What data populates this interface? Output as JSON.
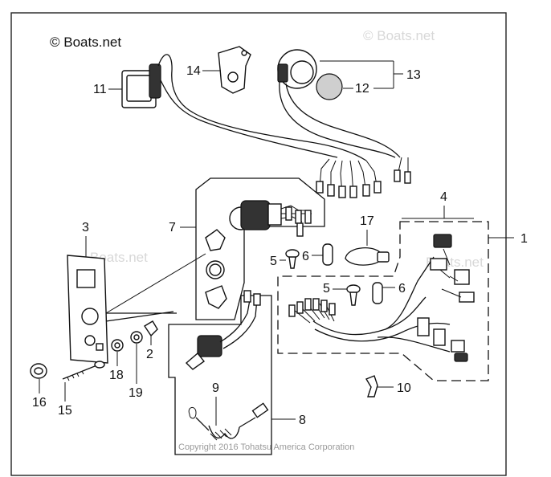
{
  "watermark": {
    "brand": "© Boats.net",
    "ghost_top": "© Boats.net",
    "ghost_left": "Boats.net",
    "ghost_right": "Boats.net"
  },
  "copyright": "Copyright 2016 Tohatsu America Corporation",
  "callouts": {
    "c1": "1",
    "c2": "2",
    "c3": "3",
    "c4": "4",
    "c5a": "5",
    "c5b": "5",
    "c6a": "6",
    "c6b": "6",
    "c7": "7",
    "c8": "8",
    "c9": "9",
    "c10": "10",
    "c11": "11",
    "c12": "12",
    "c13": "13",
    "c14": "14",
    "c15": "15",
    "c16": "16",
    "c17": "17",
    "c18": "18",
    "c19": "19"
  }
}
